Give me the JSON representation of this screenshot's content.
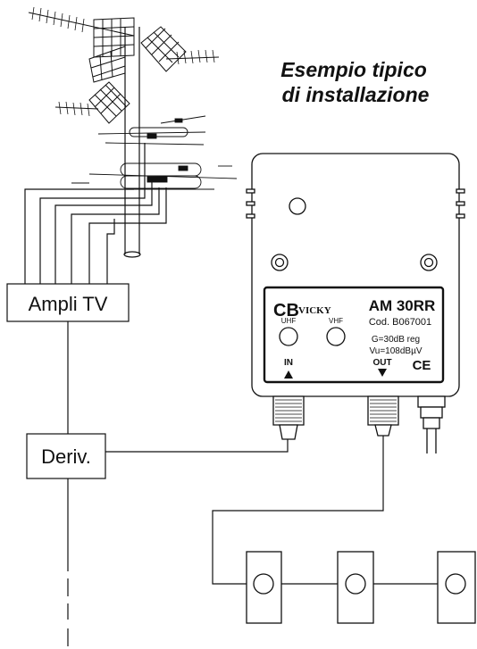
{
  "caption": {
    "line1": "Esempio tipico",
    "line2": "di installazione"
  },
  "boxes": {
    "ampli_label": "Ampli TV",
    "deriv_label": "Deriv."
  },
  "device": {
    "brand_cb": "CB",
    "brand_vicky": "VICKY",
    "model": "AM 30RR",
    "code": "Cod. B067001",
    "gain": "G=30dB reg",
    "output_level": "Vu=108dBµV",
    "uhf_label": "UHF",
    "vhf_label": "VHF",
    "in_label": "IN",
    "out_label": "OUT",
    "ce_mark": "CE"
  },
  "icons": {
    "in_arrow": "arrow-up-icon",
    "out_arrow": "arrow-down-icon",
    "antenna": "tv-antenna-icon",
    "wall_socket": "wall-socket-icon"
  },
  "colors": {
    "line": "#111111",
    "background": "#ffffff"
  }
}
